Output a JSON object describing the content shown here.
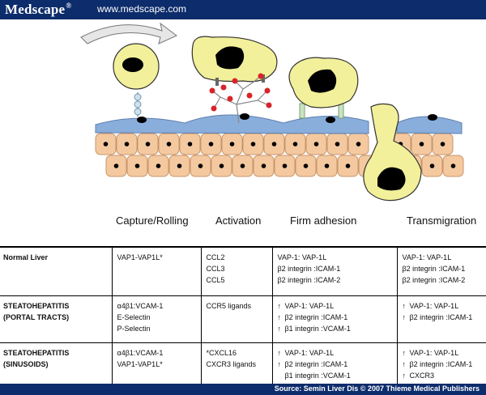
{
  "header": {
    "logo": "Medscape",
    "logo_mark": "®",
    "url": "www.medscape.com"
  },
  "stages": [
    "Capture/Rolling",
    "Activation",
    "Firm adhesion",
    "Transmigration"
  ],
  "table": {
    "rows": [
      {
        "label": [
          "Normal Liver"
        ],
        "cells": [
          [
            {
              "t": "VAP1-VAP1L*"
            }
          ],
          [
            {
              "t": "CCL2"
            },
            {
              "t": "CCL3"
            },
            {
              "t": "CCL5"
            }
          ],
          [
            {
              "t": "VAP-1: VAP-1L"
            },
            {
              "t": "β2 integrin :ICAM-1"
            },
            {
              "t": "β2 integrin :ICAM-2"
            }
          ],
          [
            {
              "t": "VAP-1: VAP-1L"
            },
            {
              "t": "β2 integrin :ICAM-1"
            },
            {
              "t": "β2 integrin :ICAM-2"
            }
          ]
        ]
      },
      {
        "label": [
          "STEATOHEPATITIS",
          "(PORTAL TRACTS)"
        ],
        "cells": [
          [
            {
              "t": "α4β1:VCAM-1"
            },
            {
              "t": "E-Selectin"
            },
            {
              "t": "P-Selectin"
            }
          ],
          [
            {
              "t": "CCR5 ligands"
            }
          ],
          [
            {
              "a": "↑",
              "t": "VAP-1: VAP-1L"
            },
            {
              "a": "↑",
              "t": "β2 integrin :ICAM-1"
            },
            {
              "a": "↑",
              "t": "β1 integrin :VCAM-1"
            }
          ],
          [
            {
              "a": "↑",
              "t": "VAP-1: VAP-1L"
            },
            {
              "a": "↑",
              "t": "β2 integrin :ICAM-1"
            }
          ]
        ]
      },
      {
        "label": [
          "STEATOHEPATITIS",
          "(SINUSOIDS)"
        ],
        "cells": [
          [
            {
              "t": "α4β1:VCAM-1"
            },
            {
              "t": "VAP1-VAP1L*"
            }
          ],
          [
            {
              "t": "*CXCL16"
            },
            {
              "t": "CXCR3 ligands"
            }
          ],
          [
            {
              "a": "↑",
              "t": "VAP-1: VAP-1L"
            },
            {
              "a": "↑",
              "t": "β2 integrin :ICAM-1"
            },
            {
              "a": "",
              "t": "β1 integrin :VCAM-1"
            }
          ],
          [
            {
              "a": "↑",
              "t": "VAP-1: VAP-1L"
            },
            {
              "a": "↑",
              "t": "β2 integrin :ICAM-1"
            },
            {
              "a": "↑",
              "t": "CXCR3"
            }
          ]
        ]
      }
    ]
  },
  "footer": {
    "source": "Source: Semin Liver Dis © 2007 Thieme Medical Publishers"
  },
  "colors": {
    "header_bg": "#0d2c6b",
    "leukocyte": "#f2f09a",
    "endothelium": "#8aaedc",
    "hepatocyte": "#f4c9a0",
    "chemokine": "#d8232a",
    "nucleus": "#000000"
  }
}
